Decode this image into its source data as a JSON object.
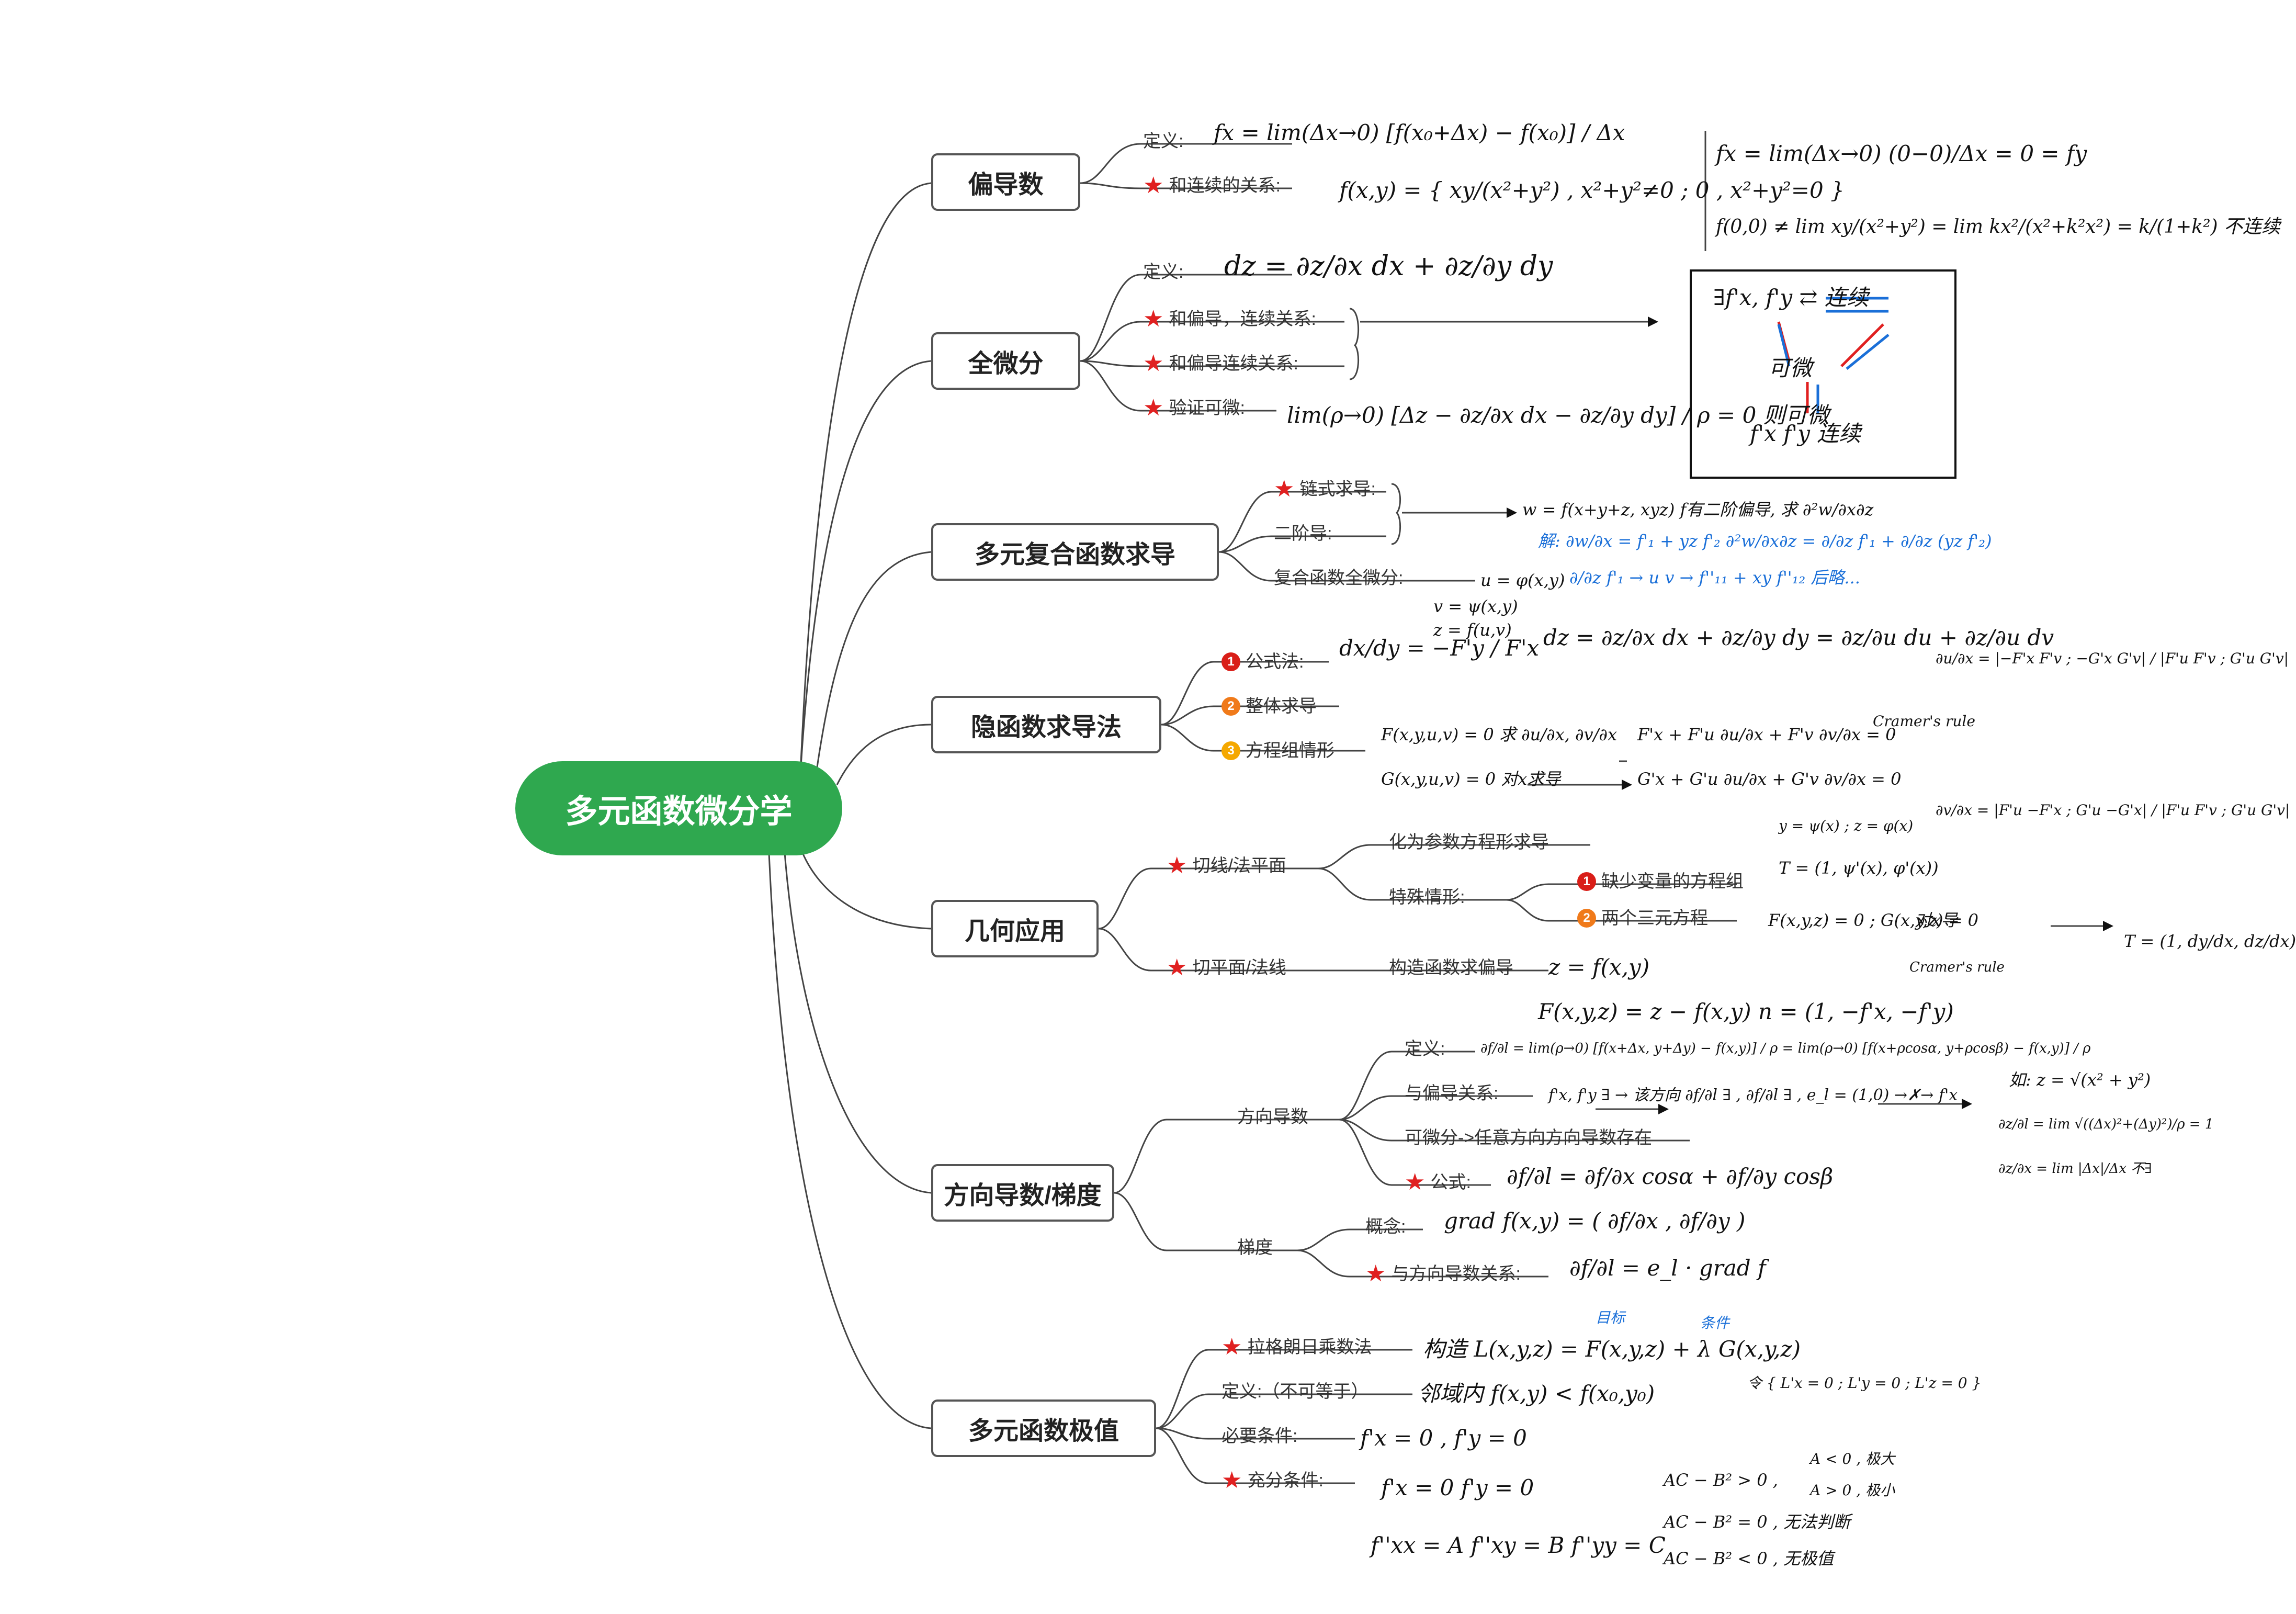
{
  "root": {
    "title": "多元函数微分学"
  },
  "colors": {
    "root_bg": "#2fa84f",
    "star": "#e02020",
    "badge1": "#d91e18",
    "badge2": "#f07a1a",
    "badge3": "#f5a800",
    "note_blue": "#1a6fd8"
  },
  "branches": {
    "partial": {
      "title": "偏导数",
      "definition": "定义:",
      "relation": "和连续的关系:",
      "notes": {
        "def_formula": "fx = lim(Δx→0) [f(x₀+Δx) − f(x₀)] / Δx",
        "piecewise": "f(x,y) = { xy/(x²+y²) , x²+y²≠0 ; 0 , x²+y²=0 }",
        "fx_zero": "fx = lim(Δx→0) (0−0)/Δx = 0 = fy",
        "noncontinuous": "f(0,0) ≠ lim xy/(x²+y²) = lim kx²/(x²+k²x²) = k/(1+k²)  不连续"
      }
    },
    "total_diff": {
      "title": "全微分",
      "definition": "定义:",
      "rel_partial_continuous": "和偏导，连续关系:",
      "rel_partial_continuity": "和偏导连续关系:",
      "verify": "验证可微:",
      "notes": {
        "dz": "dz = ∂z/∂x dx + ∂z/∂y dy",
        "verify_formula": "lim(ρ→0) [Δz − ∂z/∂x dx − ∂z/∂y dy] / ρ = 0  则可微",
        "box_top": "∃f'x, f'y ⇄ 连续",
        "box_mid": "可微",
        "box_bottom": "f'x  f'y 连续"
      }
    },
    "composite": {
      "title": "多元复合函数求导",
      "chain": "链式求导:",
      "second": "二阶导:",
      "total": "复合函数全微分:",
      "notes": {
        "given": "w = f(x+y+z, xyz)  f有二阶偏导, 求 ∂²w/∂x∂z",
        "solve1": "解: ∂w/∂x = f'₁ + yz f'₂    ∂²w/∂x∂z = ∂/∂z f'₁ + ∂/∂z (yz f'₂)",
        "solve2": "∂/∂z f'₁ →  u v  →  f''₁₁ + xy f''₁₂  后略...",
        "u_def": "u = φ(x,y)",
        "v_def": "v = ψ(x,y)",
        "z_def": "z = f(u,v)",
        "dz": "dz = ∂z/∂x dx + ∂z/∂y dy = ∂z/∂u du + ∂z/∂u dv"
      }
    },
    "implicit": {
      "title": "隐函数求导法",
      "formula": "公式法:",
      "whole": "整体求导",
      "system": "方程组情形",
      "notes": {
        "dydx": "dx/dy = −F'y / F'x",
        "F_eq": "F(x,y,u,v) = 0   求 ∂u/∂x, ∂v/∂x",
        "G_eq": "G(x,y,u,v) = 0   对x求导",
        "sys1": "F'x + F'u ∂u/∂x + F'v ∂v/∂x = 0",
        "sys2": "G'x + G'u ∂u/∂x + G'v ∂v/∂x = 0",
        "cramer": "Cramer's rule",
        "du": "∂u/∂x = |−F'x F'v ; −G'x G'v| / |F'u F'v ; G'u G'v|",
        "dv": "∂v/∂x = |F'u −F'x ; G'u −G'x| / |F'u F'v ; G'u G'v|"
      }
    },
    "geometry": {
      "title": "几何应用",
      "tangent_line": "切线/法平面",
      "param": "化为参数方程形求导",
      "special": "特殊情形:",
      "missing": "缺少变量的方程组",
      "two_eq": "两个三元方程",
      "tangent_plane": "切平面/法线",
      "construct": "构造函数求偏导",
      "notes": {
        "yz_param": "y = ψ(x) ; z = φ(x)",
        "T1": "T = (1, ψ'(x), φ'(x))",
        "FG": "F(x,y,z) = 0 ; G(x,y,z) = 0",
        "dx": "对x导",
        "cramer_rule": "Cramer's rule",
        "T2": "T = (1, dy/dx, dz/dx)",
        "z_f": "z = f(x,y)",
        "F_def": "F(x,y,z) = z − f(x,y)   n = (1, −f'x, −f'y)"
      }
    },
    "directional": {
      "title": "方向导数/梯度",
      "dir": "方向导数",
      "definition": "定义:",
      "relation": "与偏导关系:",
      "differentiable": "可微分->任意方向方向导数存在",
      "formula": "公式:",
      "gradient": "梯度",
      "concept": "概念:",
      "relation_dir": "与方向导数关系:",
      "notes": {
        "def": "∂f/∂l = lim(ρ→0) [f(x+Δx, y+Δy) − f(x,y)] / ρ = lim(ρ→0) [f(x+ρcosα, y+ρcosβ) − f(x,y)] / ρ",
        "rel": "f'x, f'y ∃ → 该方向 ∂f/∂l ∃ ,  ∂f/∂l ∃ , e_l = (1,0)  →✗→  f'x",
        "formula": "∂f/∂l = ∂f/∂x cosα + ∂f/∂y cosβ",
        "example": "如: z = √(x² + y²)",
        "ex1": "∂z/∂l = lim √((Δx)²+(Δy)²)/ρ = 1",
        "ex2": "∂z/∂x = lim |Δx|/Δx  不∃",
        "grad": "grad f(x,y) = ( ∂f/∂x , ∂f/∂y )",
        "grad_rel": "∂f/∂l = e_l · grad f"
      }
    },
    "extremum": {
      "title": "多元函数极值",
      "lagrange": "拉格朗日乘数法",
      "definition": "定义:（不可等于）",
      "necessary": "必要条件:",
      "sufficient": "充分条件:",
      "notes": {
        "target": "目标",
        "condition": "条件",
        "lagrange": "构造 L(x,y,z) = F(x,y,z) + λ G(x,y,z)",
        "lagrange_sys": "令 { L'x = 0 ; L'y = 0 ; L'z = 0 }",
        "def": "邻域内 f(x,y) < f(x₀,y₀)",
        "nec": "f'x = 0 , f'y = 0",
        "suf1": "f'x = 0   f'y = 0",
        "suf2": "f''xx = A   f''xy = B   f''yy = C",
        "c1": "AC − B² > 0 ,",
        "c1a": "A < 0 , 极大",
        "c1b": "A > 0 , 极小",
        "c2": "AC − B² = 0 , 无法判断",
        "c3": "AC − B² < 0 , 无极值"
      }
    }
  }
}
